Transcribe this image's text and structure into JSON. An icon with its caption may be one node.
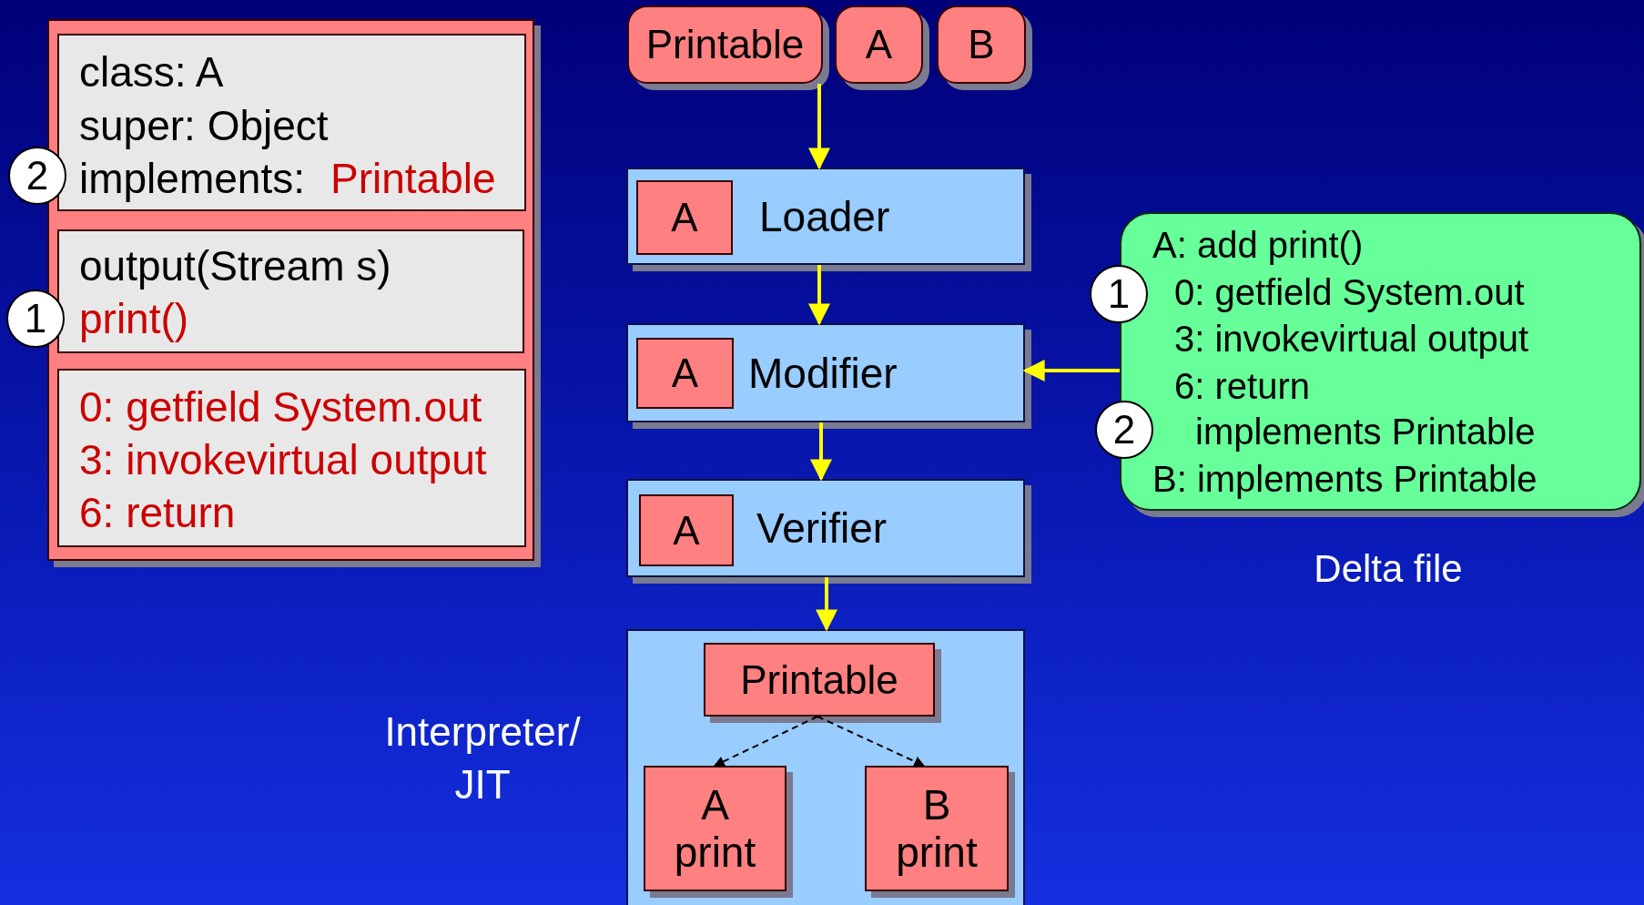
{
  "diagram": {
    "nodes": [
      {
        "text": [],
        "shape": "box"
      },
      {
        "text": [
          "class: A",
          "super: Object",
          "implements:",
          "Printable"
        ],
        "in": 0
      },
      {
        "text": [
          "2"
        ]
      },
      {
        "text": [
          "output(Stream s)",
          "print()"
        ],
        "in": 0
      },
      {
        "text": [
          "1"
        ]
      },
      {
        "text": [
          "0: getfield System.out",
          "3: invokevirtual output",
          "6: return"
        ],
        "in": 0
      },
      {
        "text": [
          "Printable"
        ]
      },
      {
        "text": [
          "A"
        ]
      },
      {
        "text": [
          "B"
        ]
      },
      {
        "text": [
          "Loader"
        ]
      },
      {
        "text": [
          "A"
        ],
        "in": 9
      },
      {
        "text": [
          "Modifier"
        ]
      },
      {
        "text": [
          "A"
        ],
        "in": 11
      },
      {
        "text": [
          "Verifier"
        ]
      },
      {
        "text": [
          "A"
        ],
        "in": 13
      },
      {
        "text": [
          "A: add print()",
          "0: getfield System.out",
          "3: invokevirtual output",
          "6: return",
          "implements Printable",
          "B: implements Printable"
        ],
        "beside": [
          "Delta file"
        ]
      },
      {
        "text": [
          "1"
        ]
      },
      {
        "text": [
          "2"
        ]
      },
      {
        "text": [],
        "shape": "box",
        "beside": [
          "Interpreter/ JIT"
        ]
      },
      {
        "text": [
          "Printable"
        ],
        "in": 18
      },
      {
        "text": [
          "A print"
        ],
        "in": 18
      },
      {
        "text": [
          "B print"
        ],
        "in": 18
      }
    ],
    "edges": [
      {
        "from": 6,
        "to": 9,
        "arrow": "to"
      },
      {
        "from": 9,
        "to": 11,
        "arrow": "to"
      },
      {
        "from": 11,
        "to": 13,
        "arrow": "to"
      },
      {
        "from": 13,
        "to": 18,
        "arrow": "to"
      },
      {
        "from": 15,
        "to": 11,
        "arrow": "to"
      },
      {
        "from": 19,
        "to": 20,
        "arrow": "to",
        "style": "dashed",
        "color": "#000000"
      },
      {
        "from": 19,
        "to": 21,
        "arrow": "to",
        "style": "dashed",
        "color": "#000000"
      }
    ]
  }
}
